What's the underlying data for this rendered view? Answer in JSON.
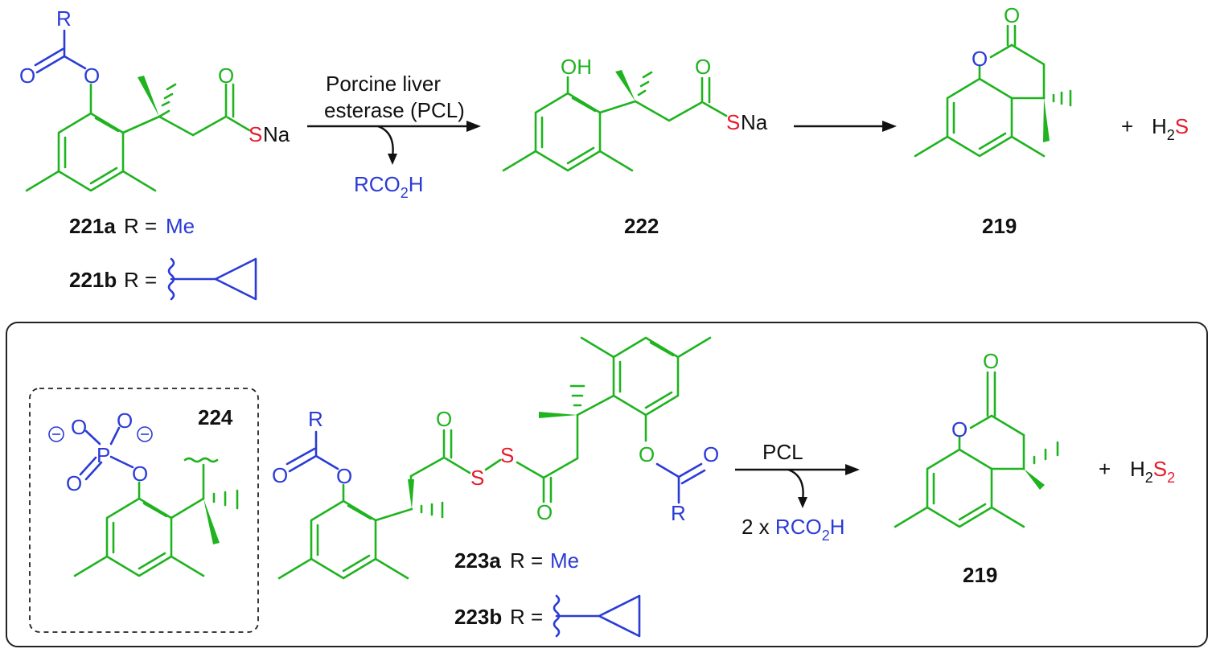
{
  "top": {
    "reagent": {
      "line1": "Porcine liver",
      "line2": "esterase (PCL)"
    },
    "byproduct": {
      "pre": "RCO",
      "sub": "2",
      "post": "H"
    },
    "compound_221a": {
      "id": "221a",
      "r": "R =",
      "value": "Me"
    },
    "compound_221b": {
      "id": "221b",
      "r": "R ="
    },
    "compound_222": {
      "id": "222"
    },
    "compound_219": {
      "id": "219"
    },
    "plus": "+",
    "h2s": {
      "h": "H",
      "sub": "2",
      "s": "S"
    }
  },
  "bottom": {
    "compound_224": {
      "id": "224"
    },
    "reagent": "PCL",
    "byproduct": {
      "mult": "2 x ",
      "pre": "RCO",
      "sub": "2",
      "post": "H"
    },
    "compound_223a": {
      "id": "223a",
      "r": "R =",
      "value": "Me"
    },
    "compound_223b": {
      "id": "223b",
      "r": "R ="
    },
    "compound_219": {
      "id": "219"
    },
    "plus": "+",
    "h2s2": {
      "h": "H",
      "sub": "2",
      "s": "S",
      "sub2": "2"
    }
  },
  "atoms": {
    "O": "O",
    "OH": "OH",
    "R": "R",
    "S": "S",
    "SNa_s": "S",
    "SNa_na": "Na",
    "P": "P",
    "minus": "−"
  },
  "colors": {
    "carbon_skeleton": "#1fb31f",
    "ester_group": "#2b3bd6",
    "sulfur": "#e8192c",
    "text": "#111111"
  }
}
